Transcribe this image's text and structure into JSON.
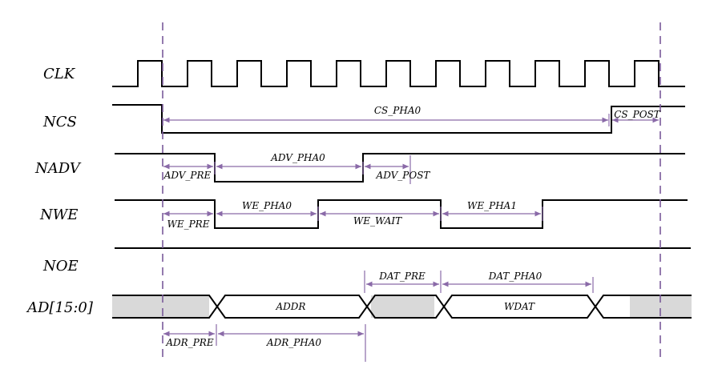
{
  "signals": {
    "clk": "CLK",
    "ncs": "NCS",
    "nadv": "NADV",
    "nwe": "NWE",
    "noe": "NOE",
    "ad": "AD[15:0]"
  },
  "annotations": {
    "cs_pha0": "CS_PHA0",
    "cs_post": "CS_POST",
    "adv_pha0": "ADV_PHA0",
    "adv_pre": "ADV_PRE",
    "adv_post": "ADV_POST",
    "we_pha0": "WE_PHA0",
    "we_pha1": "WE_PHA1",
    "we_pre": "WE_PRE",
    "we_wait": "WE_WAIT",
    "dat_pre": "DAT_PRE",
    "dat_pha0": "DAT_PHA0",
    "adr_pre": "ADR_PRE",
    "adr_pha0": "ADR_PHA0"
  },
  "bus": {
    "addr": "ADDR",
    "wdat": "WDAT"
  },
  "colors": {
    "marker": "#7a5a9a",
    "arrow": "#8a6aa8",
    "bus_fill": "#d9d9d9"
  }
}
